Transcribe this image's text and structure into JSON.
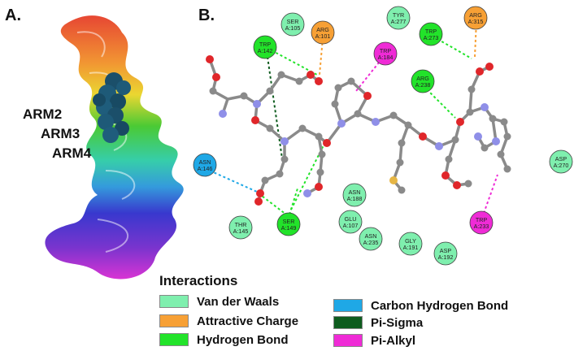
{
  "panels": {
    "a_label": "A.",
    "b_label": "B."
  },
  "arm_labels": [
    "ARM2",
    "ARM3",
    "ARM4"
  ],
  "residues": [
    {
      "name": "SER",
      "num": "A:105",
      "type": "vdw"
    },
    {
      "name": "ARG",
      "num": "A:101",
      "type": "charge"
    },
    {
      "name": "TRP",
      "num": "A:142",
      "type": "hbond"
    },
    {
      "name": "TRP",
      "num": "A:184",
      "type": "pialkyl"
    },
    {
      "name": "TYR",
      "num": "A:277",
      "type": "vdw"
    },
    {
      "name": "TRP",
      "num": "A:273",
      "type": "hbond"
    },
    {
      "name": "ARG",
      "num": "A:315",
      "type": "charge"
    },
    {
      "name": "ARG",
      "num": "A:238",
      "type": "hbond"
    },
    {
      "name": "ASN",
      "num": "A:146",
      "type": "chb"
    },
    {
      "name": "ASN",
      "num": "A:188",
      "type": "vdw"
    },
    {
      "name": "THR",
      "num": "A:145",
      "type": "vdw"
    },
    {
      "name": "SER",
      "num": "A:149",
      "type": "hbond"
    },
    {
      "name": "GLU",
      "num": "A:107",
      "type": "vdw"
    },
    {
      "name": "ASN",
      "num": "A:235",
      "type": "vdw"
    },
    {
      "name": "GLY",
      "num": "A:191",
      "type": "vdw"
    },
    {
      "name": "ASP",
      "num": "A:192",
      "type": "vdw"
    },
    {
      "name": "TRP",
      "num": "A:233",
      "type": "pialkyl"
    },
    {
      "name": "ASP",
      "num": "A:270",
      "type": "vdw"
    }
  ],
  "legend": {
    "title": "Interactions",
    "items": [
      {
        "label": "Van der Waals",
        "color": "#7fefae"
      },
      {
        "label": "Attractive Charge",
        "color": "#f7a035"
      },
      {
        "label": "Hydrogen Bond",
        "color": "#22e32a"
      },
      {
        "label": "Carbon Hydrogen Bond",
        "color": "#1fa8e6"
      },
      {
        "label": "Pi-Sigma",
        "color": "#0e5c1e"
      },
      {
        "label": "Pi-Alkyl",
        "color": "#ef2bd6"
      }
    ]
  },
  "colors": {
    "vdw": "#7fefae",
    "charge": "#f7a035",
    "hbond": "#22e32a",
    "chb": "#1fa8e6",
    "pisigma": "#0e5c1e",
    "pialkyl": "#ef2bd6",
    "carbon": "#8a8a8a",
    "oxygen": "#e0262a",
    "nitrogen": "#8f8fe8",
    "sulfur": "#e6b645"
  }
}
